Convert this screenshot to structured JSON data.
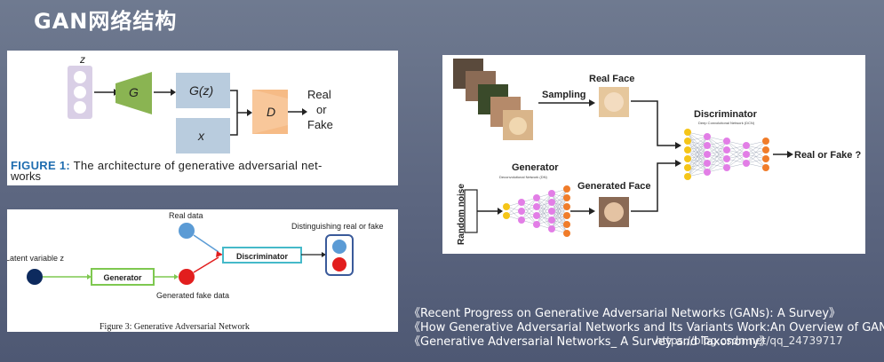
{
  "slide": {
    "title": "GAN网络结构"
  },
  "fig1": {
    "z_label": "z",
    "g_label": "G",
    "gz_label": "G(z)",
    "x_label": "x",
    "d_label": "D",
    "output_lines": [
      "Real",
      "or",
      "Fake"
    ],
    "caption_prefix": "FIGURE 1:",
    "caption_line1": " The architecture of generative adversarial net-",
    "caption_line2": "works"
  },
  "fig2": {
    "real_data": "Real data",
    "latent": "Latent variable z",
    "generator": "Generator",
    "discriminator": "Discriminator",
    "generated_fake": "Generated fake data",
    "distinguishing": "Distinguishing real or fake",
    "caption": "Figure 3:  Generative Adversarial Network"
  },
  "fig3": {
    "sampling": "Sampling",
    "real_face": "Real Face",
    "discriminator": "Discriminator",
    "discriminator_sub": "Deep Convolutional Network (DCN)",
    "generator": "Generator",
    "generator_sub": "Deconvolutional Network (DN)",
    "generated_face": "Generated Face",
    "random_noise": "Random noise",
    "output": "Real or Fake ?"
  },
  "references": [
    "《Recent Progress on Generative Adversarial Networks (GANs): A Survey》",
    "《How Generative Adversarial Networks and Its Variants Work:An Overview of GAN》",
    "《Generative Adversarial Networks_ A Survey and Taxonomy》"
  ],
  "watermark": "https://blog.csdn.net/qq_24739717",
  "colors": {
    "generator_green": "#8ab452",
    "discriminator_orange": "#f6bb86",
    "box_blue": "#b9ccde",
    "latent_purple": "#d9cfe6"
  }
}
